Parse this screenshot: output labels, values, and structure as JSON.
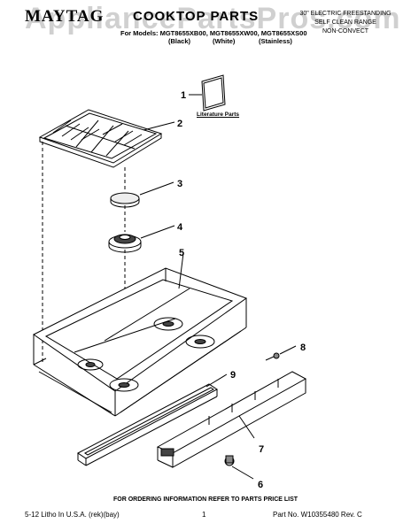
{
  "header": {
    "brand": "MAYTAG",
    "title": "COOKTOP PARTS",
    "description_lines": [
      "30\" ELECTRIC FREESTANDING",
      "SELF CLEAN RANGE",
      "NON-CONVECT"
    ],
    "models_line": "For Models: MGT8655XB00, MGT8655XW00, MGT8655XS00",
    "model_colors": [
      "(Black)",
      "(White)",
      "(Stainless)"
    ]
  },
  "watermark": "AppliancePartsPros.com",
  "literature_label": "Literature Parts",
  "callouts": [
    "1",
    "2",
    "3",
    "4",
    "5",
    "6",
    "7",
    "8",
    "9"
  ],
  "footer": {
    "ordering_note": "FOR ORDERING INFORMATION REFER TO PARTS PRICE LIST",
    "left": "5-12 Litho In U.S.A. (rek)(bay)",
    "page": "1",
    "part_no": "Part No. W10355480 Rev. C"
  }
}
